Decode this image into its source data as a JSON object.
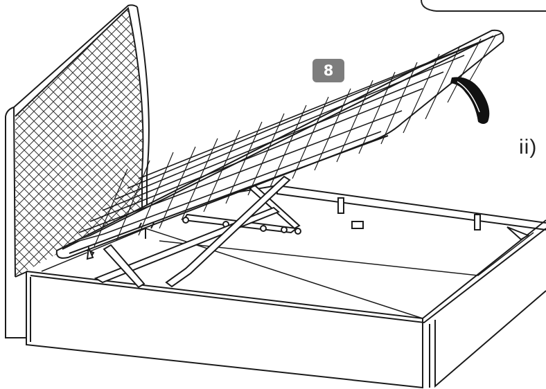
{
  "step": {
    "number": "8",
    "sub_label": "ii)"
  },
  "colors": {
    "ink": "#1a1a1a",
    "badge": "#7d7d7d",
    "paper": "#ffffff"
  },
  "icons": [
    "headboard-illustration",
    "bed-frame-illustration",
    "lifted-slat-base-illustration",
    "lift-mechanism-illustration",
    "pull-strap-illustration"
  ]
}
